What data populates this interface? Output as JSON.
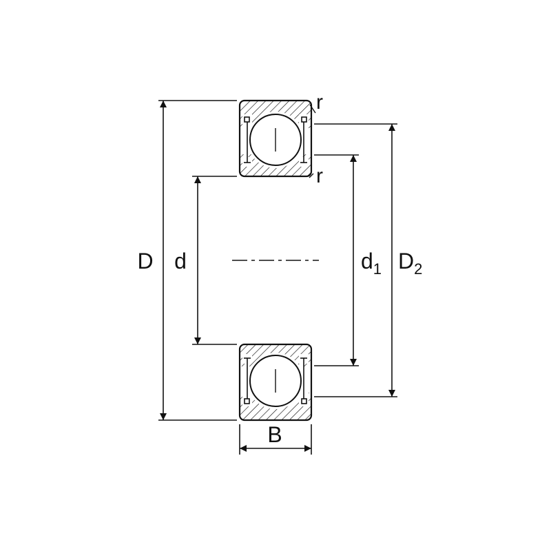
{
  "diagram": {
    "type": "deep-groove-ball-bearing-cross-section",
    "labels": {
      "outer_diameter": "D",
      "bore_diameter": "d",
      "d1_base": "d",
      "d1_sub": "1",
      "d2_base": "D",
      "d2_sub": "2",
      "width": "B",
      "chamfer_outer": "r",
      "chamfer_inner": "r"
    },
    "colors": {
      "line": "#111111",
      "background": "#ffffff"
    }
  }
}
